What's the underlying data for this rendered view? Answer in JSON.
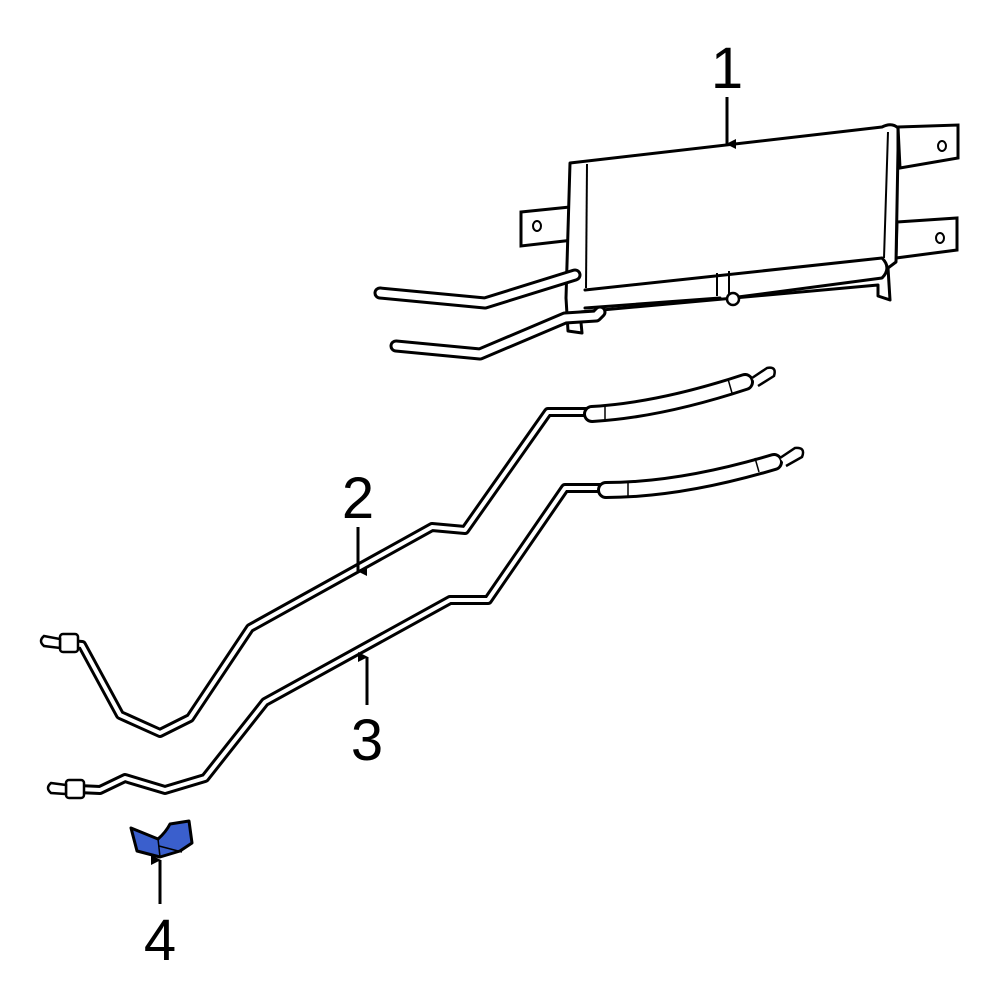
{
  "diagram": {
    "type": "exploded parts diagram",
    "subject": "transmission oil cooler and cooler lines",
    "background": "#ffffff",
    "line_color": "#000000",
    "highlight_color": "#3a5fcd"
  },
  "callouts": [
    {
      "number": "1",
      "part": "oil-cooler",
      "highlighted": false
    },
    {
      "number": "2",
      "part": "cooler-line-upper",
      "highlighted": false
    },
    {
      "number": "3",
      "part": "cooler-line-lower",
      "highlighted": false
    },
    {
      "number": "4",
      "part": "shield-bracket",
      "highlighted": true
    }
  ]
}
